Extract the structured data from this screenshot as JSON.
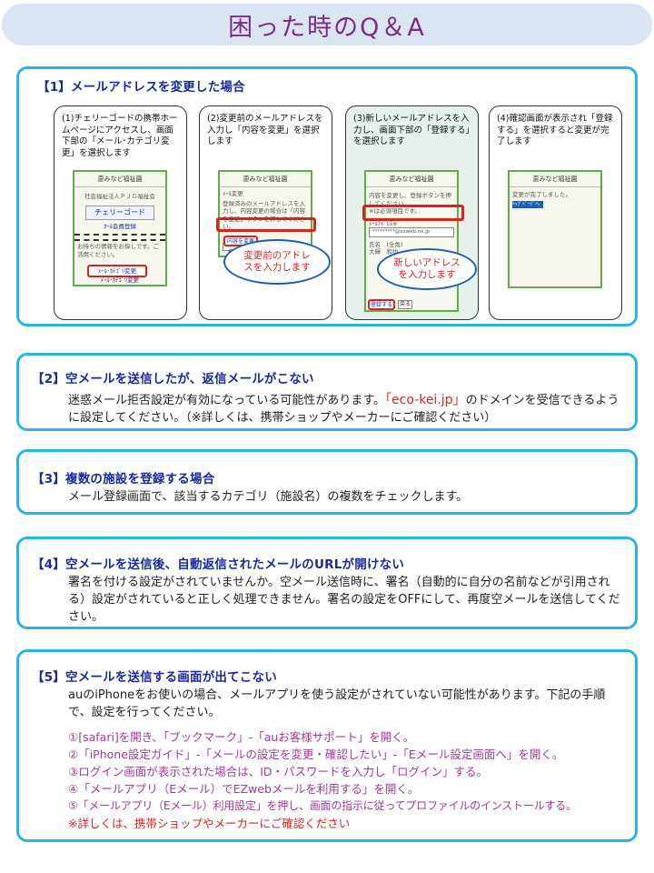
{
  "title": "困った時のQ＆A",
  "q1": {
    "heading": "【1】メールアドレスを変更した場合",
    "steps": [
      {
        "text": "(1)チェリーゴードの携帯ホームページにアクセスし、画面下部の「メール･カテゴリ変更」を選択します",
        "phone_title": "恵みなど福祉園",
        "lines": [
          "社会福祉法人ＰＪＧ福祉会",
          "チェリーゴード",
          "ｵｰﾙ会員登録",
          "お持ちの情報をお探しです。ご活用ください。"
        ],
        "button": "ﾒｰﾙ･ｶﾃｺﾞﾘ変更",
        "footer": "ﾒｰﾙ･ｶﾃｺﾞﾘ変更"
      },
      {
        "text": "(2)変更前のメールアドレスを入力し「内容を変更」を選択します",
        "phone_title": "恵みなど福祉園",
        "lines": [
          "ﾒｰﾙ変更",
          "登録済みのメールアドレスを入力し、内容変更の場合は「内容を変更」ボタンを押してください。",
          "ﾒｰﾙｱﾄﾞﾚｽ"
        ],
        "button": "内容を変更",
        "link": "戻る",
        "bubble": "変更前のアドレスを入力します"
      },
      {
        "text": "(3)新しいメールアドレスを入力し、画面下部の「登録する」を選択します",
        "phone_title": "恵みなど福祉園",
        "lines": [
          "内容を変更し、登録ボタンを押してください。",
          "※は必須項目です。",
          "ﾒｰﾙｱﾄﾞﾚｽ※",
          "*********@ezweb.ne.jp",
          "氏名　(全角)",
          "大輝　和也"
        ],
        "button": "登録する",
        "button2": "戻る",
        "bubble": "新しいアドレスを入力します"
      },
      {
        "text": "(4)確認画面が表示され「登録する」を選択すると変更が完了します",
        "phone_title": "恵みなど福祉園",
        "lines": [
          "変更が完了しました。"
        ],
        "link": "ﾄｯﾌﾟﾍﾟｰｼﾞへ"
      }
    ]
  },
  "q2": {
    "heading": "【2】空メールを送信したが、返信メールがこない",
    "body_pre": "迷惑メール拒否設定が有効になっている可能性があります。",
    "body_domain": "「eco-kei.jp」",
    "body_post": "のドメインを受信できるように設定してください。（※詳しくは、携帯ショップやメーカーにご確認ください）"
  },
  "q3": {
    "heading": "【3】複数の施設を登録する場合",
    "body": "メール登録画面で、該当するカテゴリ（施設名）の複数をチェックします。"
  },
  "q4": {
    "heading": "【4】空メールを送信後、自動返信されたメールのURLが開けない",
    "body": "署名を付ける設定がされていませんか。空メール送信時に、署名（自動的に自分の名前などが引用される）設定がされていると正しく処理できません。署名の設定をOFFにして、再度空メールを送信してください。"
  },
  "q5": {
    "heading": "【5】空メールを送信する画面が出てこない",
    "body": "auのiPhoneをお使いの場合、メールアプリを使う設定がされていない可能性があります。下記の手順で、設定を行ってください。",
    "list": [
      "①[safari]を開き、「ブックマーク」-「auお客様サポート」を開く。",
      "②「iPhone設定ガイド」-「メールの設定を変更・確認したい」-「Eメール設定画面へ」を開く。",
      "③ログイン画面が表示された場合は、ID・パスワードを入力し「ログイン」する。",
      "④「メールアプリ（Eメール）でEZwebメールを利用する」を開く。",
      "⑤「メールアプリ（Eメール）利用設定」を押し、画面の指示に従ってプロファイルのインストールする。"
    ],
    "note": "※詳しくは、携帯ショップやメーカーにご確認ください"
  },
  "colors": {
    "title": "#7a2f86",
    "heading": "#1a2a9a",
    "border": "#29b5e8",
    "accent": "#e0251b",
    "list": "#a33a9b"
  }
}
